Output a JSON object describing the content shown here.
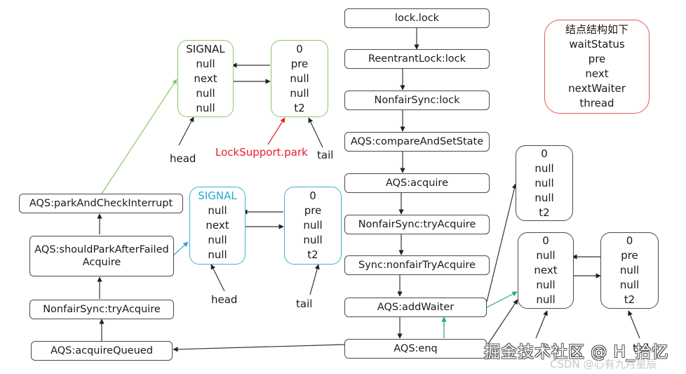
{
  "flow_main": [
    "lock.lock",
    "ReentrantLock:lock",
    "NonfairSync:lock",
    "AQS:compareAndSetState",
    "AQS:acquire",
    "NonfairSync:tryAcquire",
    "Sync:nonfairTryAcquire",
    "AQS:addWaiter",
    "AQS:enq"
  ],
  "flow_left": [
    "AQS:parkAndCheckInterrupt",
    "AQS:shouldParkAfterFailedAcquire",
    "NonfairSync:tryAcquire",
    "AQS:acquireQueued"
  ],
  "legend": {
    "title": "结点结构如下",
    "fields": [
      "waitStatus",
      "pre",
      "next",
      "nextWaiter",
      "thread"
    ]
  },
  "nodes": {
    "green_head": [
      "SIGNAL",
      "null",
      "next",
      "null",
      "null"
    ],
    "green_tail": [
      "0",
      "pre",
      "null",
      "null",
      "t2"
    ],
    "blue_head": [
      "SIGNAL",
      "null",
      "next",
      "null",
      "null"
    ],
    "blue_tail": [
      "0",
      "pre",
      "null",
      "null",
      "t2"
    ],
    "right_single": [
      "0",
      "null",
      "null",
      "null",
      "t2"
    ],
    "right_head": [
      "0",
      "null",
      "next",
      "null",
      "null"
    ],
    "right_tail": [
      "0",
      "pre",
      "null",
      "null",
      "t2"
    ]
  },
  "labels": {
    "head": "head",
    "tail": "tail",
    "park": "LockSupport.park"
  },
  "watermark": {
    "primary": "掘金技术社区 @ H_拾忆",
    "secondary": "CSDN @心有九月星辰"
  },
  "colors": {
    "green": "#8cc66a",
    "blue": "#3fb0d8",
    "red": "#e05a5a",
    "arrow_green": "#2aa86a"
  }
}
